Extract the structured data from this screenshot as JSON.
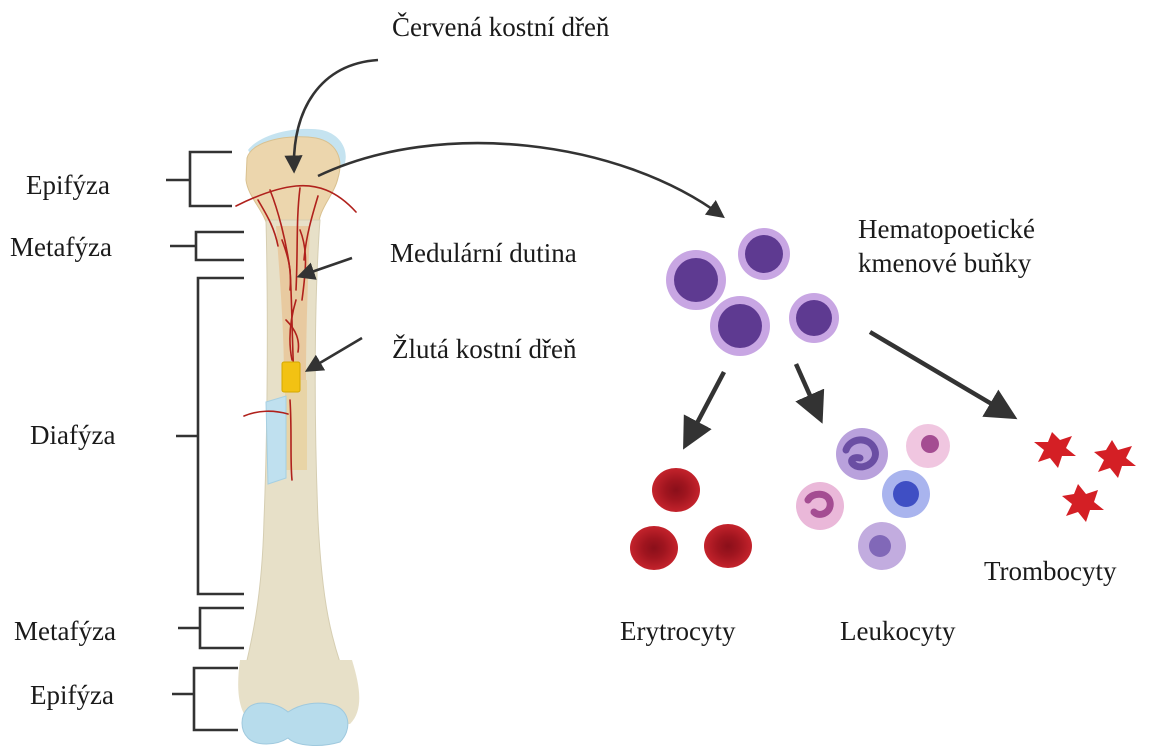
{
  "labels": {
    "red_marrow": "Červená kostní dřeň",
    "medullary": "Medulární dutina",
    "yellow_marrow": "Žlutá kostní dřeň",
    "hsc": "Hematopoetické kmenové buňky",
    "erythrocytes": "Erytrocyty",
    "leukocytes": "Leukocyty",
    "platelets": "Trombocyty",
    "epiphysis_top": "Epifýza",
    "metaphysis_top": "Metafýza",
    "diaphysis": "Diafýza",
    "metaphysis_bottom": "Metafýza",
    "epiphysis_bottom": "Epifýza"
  },
  "colors": {
    "text": "#1a1a1a",
    "bracket": "#333333",
    "arrow": "#333333",
    "bone_shaft": "#e8e2cb",
    "bone_spongy": "#ecd6ad",
    "cartilage": "#bfe0ef",
    "vessels": "#b0211c",
    "yellow_marrow": "#f2c213",
    "stem_cell": "#5e3a91",
    "stem_cell_halo": "#c8a6e3",
    "erythrocyte": "#b51b25",
    "leukocyte_pink": "#e9b3d6",
    "leukocyte_lilac": "#b9a1dc",
    "leukocyte_blue": "#6f7fd9",
    "platelet": "#d41f25"
  }
}
